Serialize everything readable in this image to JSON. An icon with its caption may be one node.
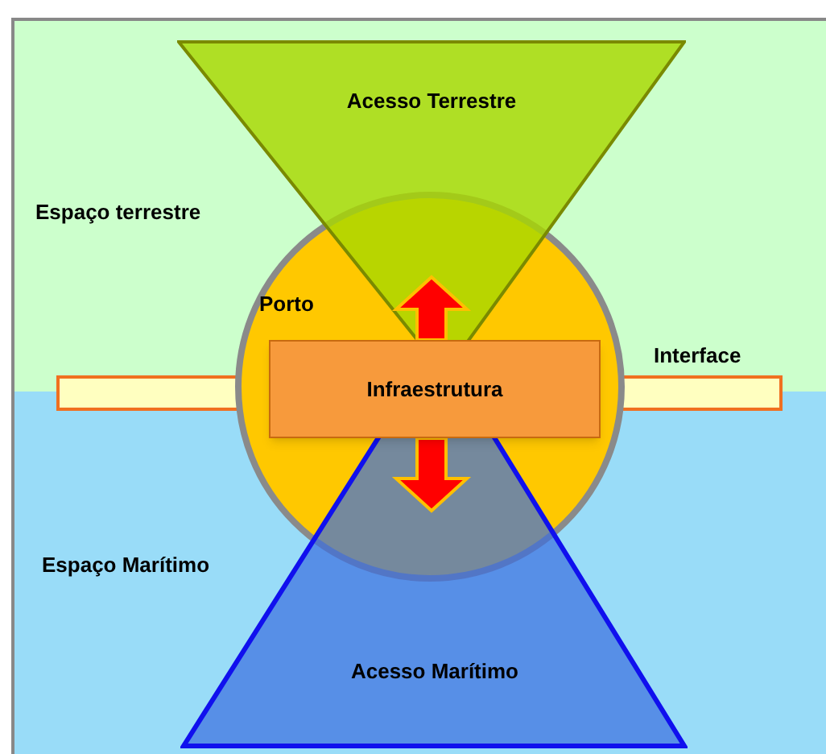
{
  "diagram": {
    "nodes": [
      {
        "text": [
          "Espaço terrestre"
        ]
      },
      {
        "text": [
          "Acesso Terrestre"
        ],
        "in": 0
      },
      {
        "text": [
          "Porto"
        ]
      },
      {
        "text": [],
        "shape": "bar"
      },
      {
        "text": [
          "Infraestrutura"
        ]
      },
      {
        "text": [],
        "shape": "bar"
      },
      {
        "text": [
          "Espaço Marítimo"
        ]
      },
      {
        "text": [
          "Acesso Marítimo"
        ]
      }
    ],
    "edges": [
      {
        "from": 4,
        "to": 1,
        "arrow": "to",
        "style": "thick",
        "color": "#ff0000"
      },
      {
        "from": 4,
        "to": 7,
        "arrow": "to",
        "style": "thick",
        "color": "#ff0000"
      }
    ],
    "labels": [
      "Interface"
    ]
  }
}
